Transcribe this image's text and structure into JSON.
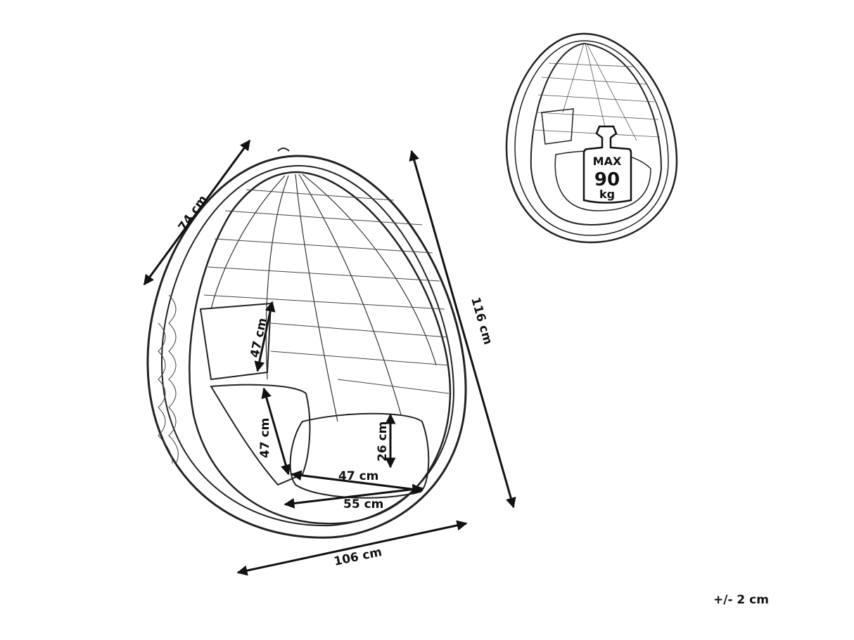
{
  "dimensions": {
    "depth": "74 cm",
    "height": "116 cm",
    "width": "106 cm",
    "pillow_height": "47 cm",
    "backrest_height": "47 cm",
    "cushion_thickness": "26 cm",
    "seat_depth": "47 cm",
    "seat_width": "55 cm"
  },
  "max_load": {
    "line1": "MAX",
    "line2": "90",
    "line3": "kg"
  },
  "tolerance": "+/- 2 cm",
  "colors": {
    "line": "#222222",
    "background": "#ffffff"
  }
}
